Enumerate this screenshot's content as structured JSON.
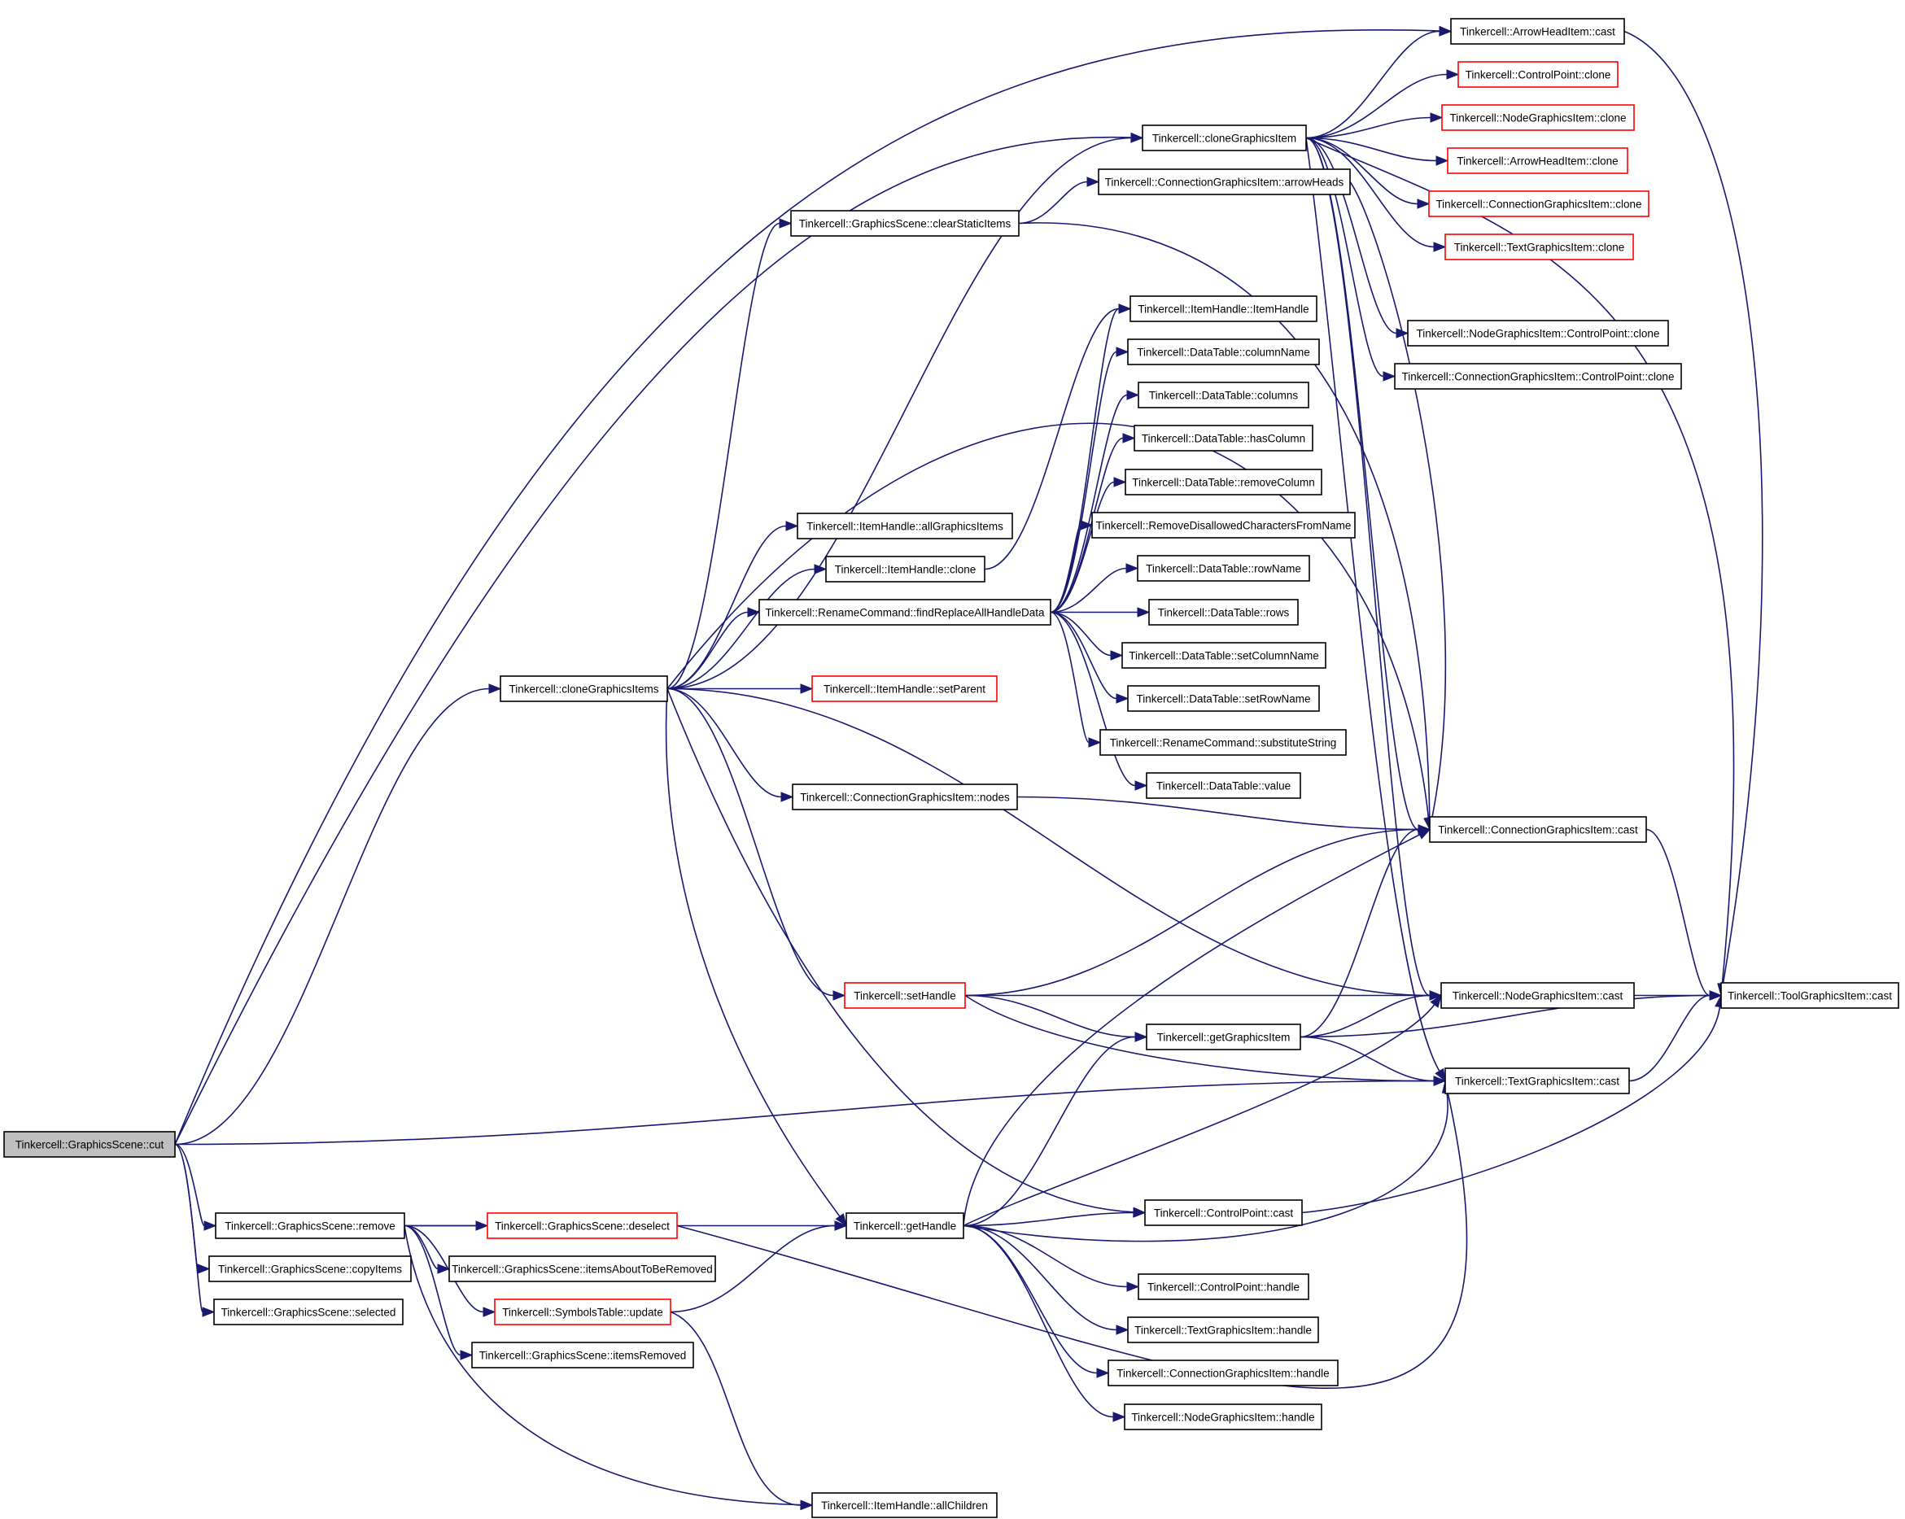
{
  "nodes": [
    {
      "id": "cut",
      "label": "Tinkercell::GraphicsScene::cut",
      "style": "root"
    },
    {
      "id": "remove",
      "label": "Tinkercell::GraphicsScene::remove",
      "style": "normal"
    },
    {
      "id": "copyItems",
      "label": "Tinkercell::GraphicsScene::copyItems",
      "style": "normal"
    },
    {
      "id": "selected",
      "label": "Tinkercell::GraphicsScene::selected",
      "style": "normal"
    },
    {
      "id": "cloneItems",
      "label": "Tinkercell::cloneGraphicsItems",
      "style": "normal"
    },
    {
      "id": "deselect",
      "label": "Tinkercell::GraphicsScene::deselect",
      "style": "red"
    },
    {
      "id": "itemsAboutToBeRemoved",
      "label": "Tinkercell::GraphicsScene::itemsAboutToBeRemoved",
      "style": "normal"
    },
    {
      "id": "symUpdate",
      "label": "Tinkercell::SymbolsTable::update",
      "style": "red"
    },
    {
      "id": "itemsRemoved",
      "label": "Tinkercell::GraphicsScene::itemsRemoved",
      "style": "normal"
    },
    {
      "id": "allChildren",
      "label": "Tinkercell::ItemHandle::allChildren",
      "style": "normal"
    },
    {
      "id": "clearStatic",
      "label": "Tinkercell::GraphicsScene::clearStaticItems",
      "style": "normal"
    },
    {
      "id": "allGraphicsItems",
      "label": "Tinkercell::ItemHandle::allGraphicsItems",
      "style": "normal"
    },
    {
      "id": "ihClone",
      "label": "Tinkercell::ItemHandle::clone",
      "style": "normal"
    },
    {
      "id": "findReplace",
      "label": "Tinkercell::RenameCommand::findReplaceAllHandleData",
      "style": "normal"
    },
    {
      "id": "setParent",
      "label": "Tinkercell::ItemHandle::setParent",
      "style": "red"
    },
    {
      "id": "cgiNodes",
      "label": "Tinkercell::ConnectionGraphicsItem::nodes",
      "style": "normal"
    },
    {
      "id": "setHandle",
      "label": "Tinkercell::setHandle",
      "style": "red"
    },
    {
      "id": "getHandle",
      "label": "Tinkercell::getHandle",
      "style": "normal"
    },
    {
      "id": "cloneItem",
      "label": "Tinkercell::cloneGraphicsItem",
      "style": "normal"
    },
    {
      "id": "arrowHeads",
      "label": "Tinkercell::ConnectionGraphicsItem::arrowHeads",
      "style": "normal"
    },
    {
      "id": "ihCtor",
      "label": "Tinkercell::ItemHandle::ItemHandle",
      "style": "normal"
    },
    {
      "id": "dtColumnName",
      "label": "Tinkercell::DataTable::columnName",
      "style": "normal"
    },
    {
      "id": "dtColumns",
      "label": "Tinkercell::DataTable::columns",
      "style": "normal"
    },
    {
      "id": "dtHasColumn",
      "label": "Tinkercell::DataTable::hasColumn",
      "style": "normal"
    },
    {
      "id": "dtRemoveColumn",
      "label": "Tinkercell::DataTable::removeColumn",
      "style": "normal"
    },
    {
      "id": "removeDisallowed",
      "label": "Tinkercell::RemoveDisallowedCharactersFromName",
      "style": "normal"
    },
    {
      "id": "dtRowName",
      "label": "Tinkercell::DataTable::rowName",
      "style": "normal"
    },
    {
      "id": "dtRows",
      "label": "Tinkercell::DataTable::rows",
      "style": "normal"
    },
    {
      "id": "dtSetColumnName",
      "label": "Tinkercell::DataTable::setColumnName",
      "style": "normal"
    },
    {
      "id": "dtSetRowName",
      "label": "Tinkercell::DataTable::setRowName",
      "style": "normal"
    },
    {
      "id": "substituteString",
      "label": "Tinkercell::RenameCommand::substituteString",
      "style": "normal"
    },
    {
      "id": "dtValue",
      "label": "Tinkercell::DataTable::value",
      "style": "normal"
    },
    {
      "id": "getGraphicsItem",
      "label": "Tinkercell::getGraphicsItem",
      "style": "normal"
    },
    {
      "id": "cpCast",
      "label": "Tinkercell::ControlPoint::cast",
      "style": "normal"
    },
    {
      "id": "cpHandle",
      "label": "Tinkercell::ControlPoint::handle",
      "style": "normal"
    },
    {
      "id": "tgiHandle",
      "label": "Tinkercell::TextGraphicsItem::handle",
      "style": "normal"
    },
    {
      "id": "cgiHandle",
      "label": "Tinkercell::ConnectionGraphicsItem::handle",
      "style": "normal"
    },
    {
      "id": "ngiHandle",
      "label": "Tinkercell::NodeGraphicsItem::handle",
      "style": "normal"
    },
    {
      "id": "ahCast",
      "label": "Tinkercell::ArrowHeadItem::cast",
      "style": "normal"
    },
    {
      "id": "cpClone",
      "label": "Tinkercell::ControlPoint::clone",
      "style": "red"
    },
    {
      "id": "ngiClone",
      "label": "Tinkercell::NodeGraphicsItem::clone",
      "style": "red"
    },
    {
      "id": "ahClone",
      "label": "Tinkercell::ArrowHeadItem::clone",
      "style": "red"
    },
    {
      "id": "cgiClone",
      "label": "Tinkercell::ConnectionGraphicsItem::clone",
      "style": "red"
    },
    {
      "id": "tgiClone",
      "label": "Tinkercell::TextGraphicsItem::clone",
      "style": "red"
    },
    {
      "id": "ngiCpClone",
      "label": "Tinkercell::NodeGraphicsItem::ControlPoint::clone",
      "style": "normal"
    },
    {
      "id": "cgiCpClone",
      "label": "Tinkercell::ConnectionGraphicsItem::ControlPoint::clone",
      "style": "normal"
    },
    {
      "id": "cgiCast",
      "label": "Tinkercell::ConnectionGraphicsItem::cast",
      "style": "normal"
    },
    {
      "id": "ngiCast",
      "label": "Tinkercell::NodeGraphicsItem::cast",
      "style": "normal"
    },
    {
      "id": "tgiCast",
      "label": "Tinkercell::TextGraphicsItem::cast",
      "style": "normal"
    },
    {
      "id": "toolCast",
      "label": "Tinkercell::ToolGraphicsItem::cast",
      "style": "normal"
    }
  ],
  "edges": [
    [
      "cut",
      "ahCast"
    ],
    [
      "cut",
      "cloneItem"
    ],
    [
      "cut",
      "cloneItems"
    ],
    [
      "cut",
      "tgiCast"
    ],
    [
      "cut",
      "remove"
    ],
    [
      "cut",
      "copyItems"
    ],
    [
      "cut",
      "selected"
    ],
    [
      "remove",
      "deselect"
    ],
    [
      "remove",
      "itemsAboutToBeRemoved"
    ],
    [
      "remove",
      "symUpdate"
    ],
    [
      "remove",
      "itemsRemoved"
    ],
    [
      "remove",
      "allChildren"
    ],
    [
      "remove",
      "getHandle"
    ],
    [
      "symUpdate",
      "getHandle"
    ],
    [
      "symUpdate",
      "allChildren"
    ],
    [
      "deselect",
      "tgiCast"
    ],
    [
      "cloneItems",
      "cloneItem"
    ],
    [
      "cloneItems",
      "clearStatic"
    ],
    [
      "cloneItems",
      "allGraphicsItems"
    ],
    [
      "cloneItems",
      "ihClone"
    ],
    [
      "cloneItems",
      "findReplace"
    ],
    [
      "cloneItems",
      "setParent"
    ],
    [
      "cloneItems",
      "cgiNodes"
    ],
    [
      "cloneItems",
      "setHandle"
    ],
    [
      "cloneItems",
      "getHandle"
    ],
    [
      "cloneItems",
      "ngiCast"
    ],
    [
      "cloneItems",
      "cpCast"
    ],
    [
      "cloneItems",
      "cgiCast"
    ],
    [
      "clearStatic",
      "arrowHeads"
    ],
    [
      "clearStatic",
      "cgiCast"
    ],
    [
      "ihClone",
      "ihCtor"
    ],
    [
      "findReplace",
      "ihCtor"
    ],
    [
      "findReplace",
      "dtColumnName"
    ],
    [
      "findReplace",
      "dtColumns"
    ],
    [
      "findReplace",
      "dtHasColumn"
    ],
    [
      "findReplace",
      "dtRemoveColumn"
    ],
    [
      "findReplace",
      "removeDisallowed"
    ],
    [
      "findReplace",
      "dtRowName"
    ],
    [
      "findReplace",
      "dtRows"
    ],
    [
      "findReplace",
      "dtSetColumnName"
    ],
    [
      "findReplace",
      "dtSetRowName"
    ],
    [
      "findReplace",
      "substituteString"
    ],
    [
      "findReplace",
      "dtValue"
    ],
    [
      "cgiNodes",
      "cgiCast"
    ],
    [
      "setHandle",
      "cgiCast"
    ],
    [
      "setHandle",
      "ngiCast"
    ],
    [
      "setHandle",
      "getGraphicsItem"
    ],
    [
      "setHandle",
      "tgiCast"
    ],
    [
      "getHandle",
      "getGraphicsItem"
    ],
    [
      "getHandle",
      "cgiCast"
    ],
    [
      "getHandle",
      "ngiCast"
    ],
    [
      "getHandle",
      "tgiCast"
    ],
    [
      "getHandle",
      "cpCast"
    ],
    [
      "getHandle",
      "cpHandle"
    ],
    [
      "getHandle",
      "tgiHandle"
    ],
    [
      "getHandle",
      "cgiHandle"
    ],
    [
      "getHandle",
      "ngiHandle"
    ],
    [
      "getGraphicsItem",
      "cgiCast"
    ],
    [
      "getGraphicsItem",
      "ngiCast"
    ],
    [
      "getGraphicsItem",
      "tgiCast"
    ],
    [
      "getGraphicsItem",
      "toolCast"
    ],
    [
      "cloneItem",
      "ahCast"
    ],
    [
      "cloneItem",
      "cpClone"
    ],
    [
      "cloneItem",
      "ngiClone"
    ],
    [
      "cloneItem",
      "ahClone"
    ],
    [
      "cloneItem",
      "cgiClone"
    ],
    [
      "cloneItem",
      "tgiClone"
    ],
    [
      "cloneItem",
      "ngiCpClone"
    ],
    [
      "cloneItem",
      "cgiCpClone"
    ],
    [
      "cloneItem",
      "cgiCast"
    ],
    [
      "cloneItem",
      "ngiCast"
    ],
    [
      "cloneItem",
      "tgiCast"
    ],
    [
      "cloneItem",
      "toolCast"
    ],
    [
      "arrowHeads",
      "cgiCast"
    ],
    [
      "ahCast",
      "toolCast"
    ],
    [
      "cgiCast",
      "toolCast"
    ],
    [
      "ngiCast",
      "toolCast"
    ],
    [
      "tgiCast",
      "toolCast"
    ],
    [
      "cpCast",
      "toolCast"
    ]
  ]
}
